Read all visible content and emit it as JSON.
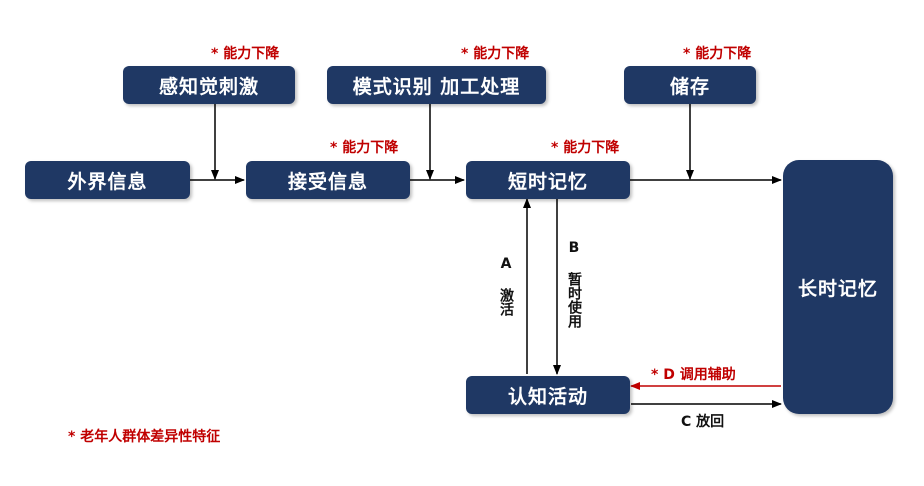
{
  "nodes": {
    "external_info": "外界信息",
    "sensory_stim": "感知觉刺激",
    "pattern_recog": "模式识别 加工处理",
    "storage": "储存",
    "receive_info": "接受信息",
    "short_term": "短时记忆",
    "long_term": "长时记忆",
    "cognitive": "认知活动"
  },
  "notes": {
    "decline": "* 能力下降",
    "legend": "* 老年人群体差异性特征",
    "d_assist": "* D 调用辅助"
  },
  "edge_labels": {
    "a_activate": "A 激活",
    "b_temp_use": "B 暂时使用",
    "c_return": "C 放回"
  },
  "colors": {
    "box": "#1f3864",
    "accent_red": "#c00000",
    "arrow": "#000000"
  }
}
